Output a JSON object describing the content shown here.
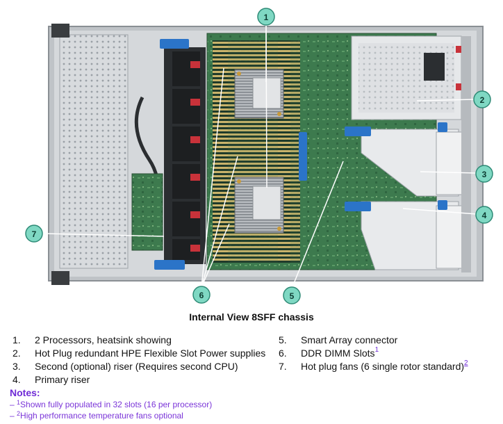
{
  "caption": "Internal View 8SFF chassis",
  "callouts": [
    "1",
    "2",
    "3",
    "4",
    "5",
    "6",
    "7"
  ],
  "legend": [
    {
      "num": "1.",
      "text": "2 Processors, heatsink showing",
      "sup": ""
    },
    {
      "num": "2.",
      "text": "Hot Plug redundant HPE Flexible Slot Power supplies",
      "sup": ""
    },
    {
      "num": "3.",
      "text": "Second (optional) riser (Requires second CPU)",
      "sup": ""
    },
    {
      "num": "4.",
      "text": "Primary riser",
      "sup": ""
    },
    {
      "num": "5.",
      "text": "Smart Array connector",
      "sup": ""
    },
    {
      "num": "6.",
      "text": "DDR DIMM Slots",
      "sup": "1"
    },
    {
      "num": "7.",
      "text": "Hot plug fans (6 single rotor standard)",
      "sup": "2"
    }
  ],
  "notes": {
    "title": "Notes:",
    "items": [
      {
        "prefix": "– ",
        "sup": "1",
        "text": "Shown fully populated in 32 slots (16 per processor)"
      },
      {
        "prefix": "– ",
        "sup": "2",
        "text": "High performance temperature fans optional"
      }
    ]
  },
  "colors": {
    "callout_fill": "#7fd8c3",
    "callout_stroke": "#2e8a76",
    "leader_line": "#ffffff",
    "pcb_green": "#3f7a50",
    "chassis_grey": "#c9cccf",
    "fan_red": "#c8323a",
    "latch_blue": "#2b74c8",
    "notes_purple": "#6f2bd6"
  }
}
